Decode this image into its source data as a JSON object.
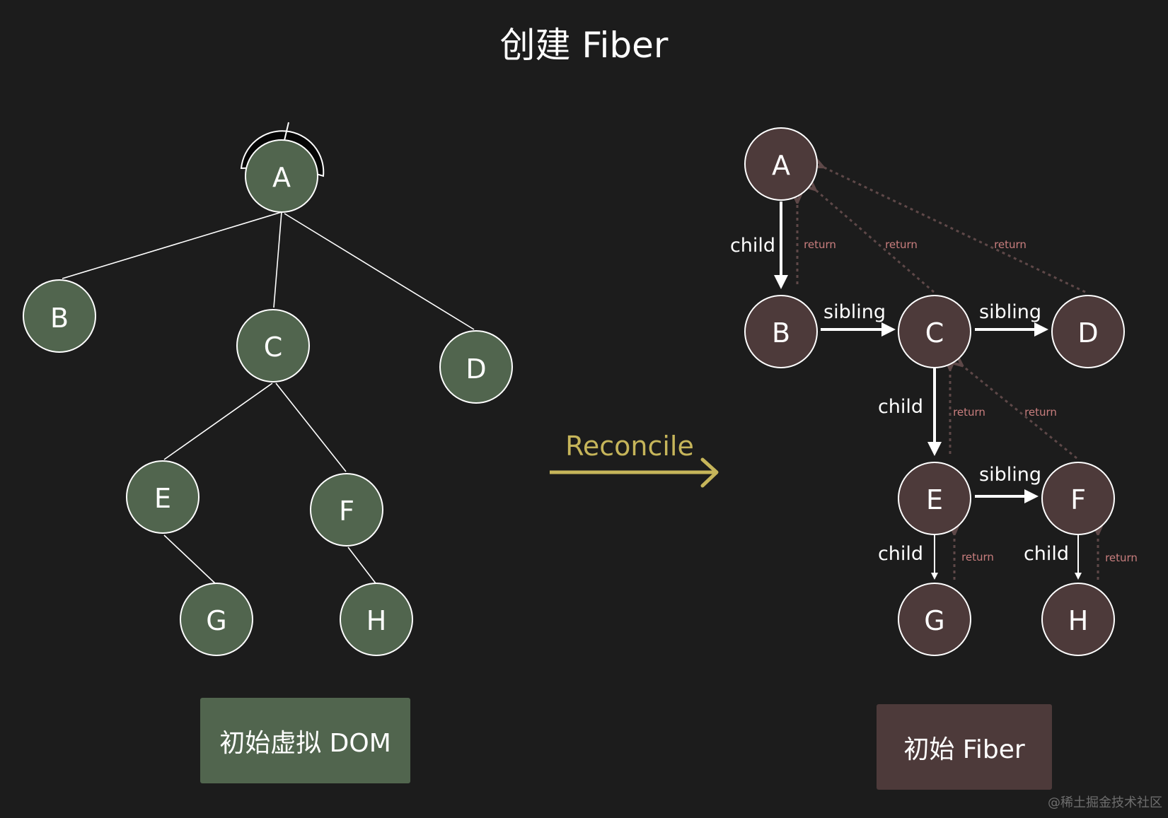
{
  "title": "创建 Fiber",
  "reconcile_label": "Reconcile",
  "left_box_label": "初始虚拟 DOM",
  "right_box_label": "初始 Fiber",
  "watermark": "@稀土掘金技术社区",
  "colors": {
    "background": "#1c1c1c",
    "dom_node": "#51654e",
    "fiber_node": "#4d3a3a",
    "reconcile": "#c6b55a",
    "return_label": "#c97e7e",
    "return_line": "#5e4848"
  },
  "dom_nodes": [
    "A",
    "B",
    "C",
    "D",
    "E",
    "F",
    "G",
    "H"
  ],
  "fiber_nodes": [
    "A",
    "B",
    "C",
    "D",
    "E",
    "F",
    "G",
    "H"
  ],
  "edge_labels": {
    "child": "child",
    "sibling": "sibling",
    "return": "return"
  }
}
